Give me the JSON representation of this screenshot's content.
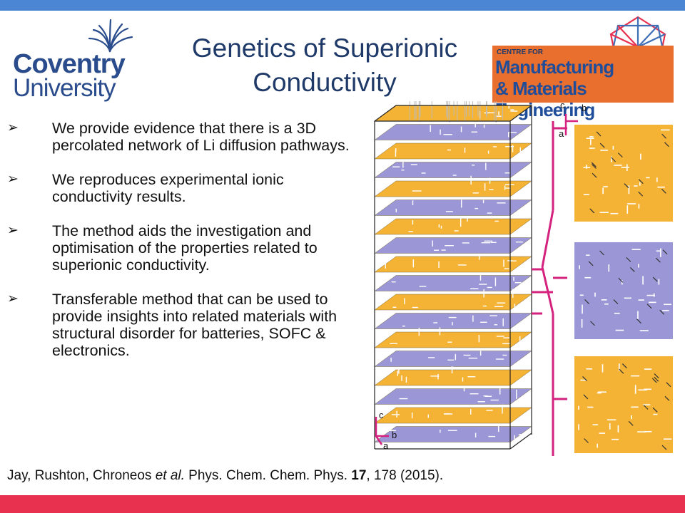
{
  "header": {
    "title_line1": "Genetics of Superionic",
    "title_line2": "Conductivity"
  },
  "logos": {
    "left_line1": "Coventry",
    "left_line2": "University",
    "right_small": "CENTRE FOR",
    "right_line1": "Manufacturing",
    "right_line2": "& Materials Engineering"
  },
  "bullets": [
    {
      "marker": "➢",
      "text": "We provide evidence that there is a 3D percolated network of Li diffusion pathways."
    },
    {
      "marker": "➢",
      "text": "We reproduces experimental ionic conductivity results."
    },
    {
      "marker": "➢",
      "text": "The method aids the investigation and optimisation of the properties related to superionic conductivity."
    },
    {
      "marker": "➢",
      "text": "Transferable method that  can be used to provide insights into related materials with structural disorder for batteries, SOFC & electronics."
    }
  ],
  "citation": {
    "authors": "Jay, Rushton, Chroneos ",
    "etal": "et al.",
    "journal": " Phys. Chem. Chem. Phys. ",
    "volume": "17",
    "rest": ", 178 (2015)."
  },
  "figure": {
    "axes_main": {
      "c": "c",
      "b": "b",
      "a": "a"
    },
    "axes_panel": {
      "c": "c",
      "b": "b",
      "a": "a"
    },
    "layer_colors": {
      "orange": "#f5b335",
      "blue": "#9b97d6",
      "pink": "#d4227e"
    }
  },
  "colors": {
    "top_bar": "#4a86d4",
    "bottom_bar": "#e8314f",
    "title": "#1f3a68",
    "cmme_box": "#e96f2f"
  }
}
